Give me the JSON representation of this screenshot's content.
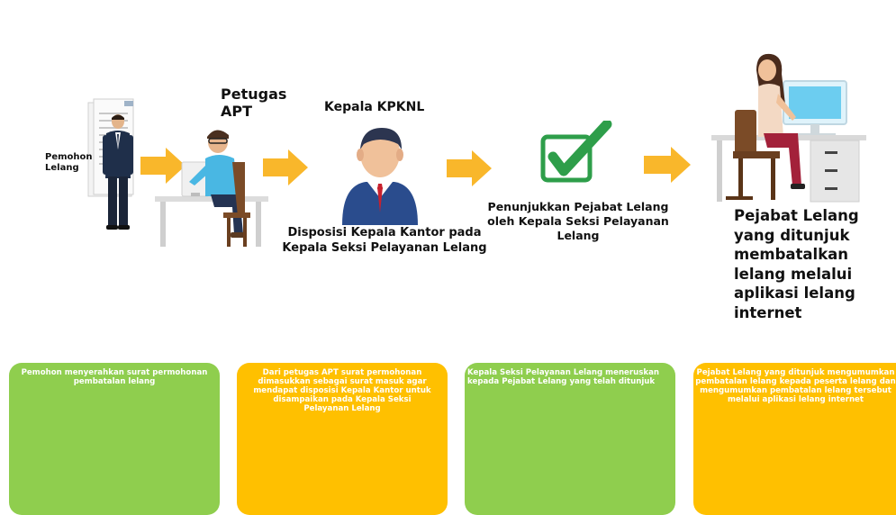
{
  "figures": {
    "pemohon": {
      "label": "Pemohon\nLelang"
    },
    "petugas": {
      "label": "Petugas\nAPT"
    },
    "kepala_kpknl": {
      "title": "Kepala KPKNL",
      "caption": "Disposisi Kepala Kantor pada\nKepala Seksi Pelayanan Lelang"
    },
    "penunjukkan": {
      "caption": "Penunjukkan Pejabat Lelang\noleh Kepala Seksi Pelayanan\nLelang"
    },
    "pejabat": {
      "caption": "Pejabat Lelang\nyang ditunjuk\nmembatalkan\nlelang melalui\naplikasi lelang\ninternet"
    }
  },
  "boxes": [
    {
      "text": "Pemohon menyerahkan surat permohonan pembatalan lelang",
      "color": "#8fce4e"
    },
    {
      "text": "Dari petugas APT surat permohonan dimasukkan sebagai surat masuk agar mendapat disposisi Kepala Kantor untuk disampaikan pada Kepala Seksi Pelayanan Lelang",
      "color": "#ffc000"
    },
    {
      "text": "Kepala Seksi Pelayanan Lelang meneruskan kepada Pejabat Lelang yang telah ditunjuk",
      "color": "#8fce4e"
    },
    {
      "text": "Pejabat Lelang yang ditunjuk mengumumkan pembatalan lelang kepada peserta lelang dan mengumumkan pembatalan lelang tersebut melalui aplikasi lelang internet",
      "color": "#ffc000"
    }
  ],
  "colors": {
    "arrow": "#f9b72b",
    "green_box": "#8fce4e",
    "orange_box": "#ffc000",
    "check": "#2e9e4a"
  },
  "icons": [
    "document-icon",
    "person-icon",
    "officer-at-desk-icon",
    "head-of-office-icon",
    "checkmark-icon",
    "arrow-right-icon",
    "woman-at-desk-icon"
  ]
}
